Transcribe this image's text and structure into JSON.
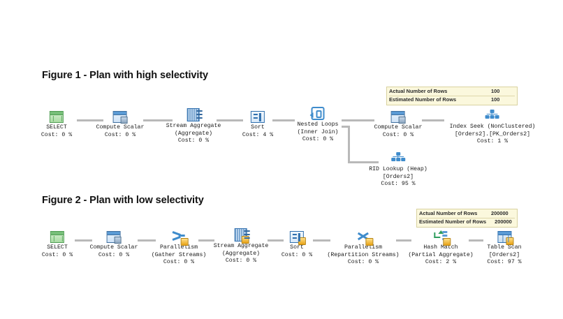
{
  "figures": [
    {
      "id": "figure-1",
      "title": "Figure 1 - Plan with high selectivity",
      "rows_box": {
        "actual_label": "Actual Number of Rows",
        "actual_value": "100",
        "estimated_label": "Estimated Number of Rows",
        "estimated_value": "100"
      },
      "nodes": [
        {
          "icon": "select-icon",
          "lines": [
            "SELECT",
            "Cost: 0 %"
          ]
        },
        {
          "icon": "compute-scalar-icon",
          "lines": [
            "Compute Scalar",
            "Cost: 0 %"
          ]
        },
        {
          "icon": "stream-aggregate-icon",
          "lines": [
            "Stream Aggregate",
            "(Aggregate)",
            "Cost: 0 %"
          ]
        },
        {
          "icon": "sort-icon",
          "lines": [
            "Sort",
            "Cost: 4 %"
          ]
        },
        {
          "icon": "nested-loops-icon",
          "lines": [
            "Nested Loops",
            "(Inner Join)",
            "Cost: 0 %"
          ]
        },
        {
          "icon": "compute-scalar-icon",
          "lines": [
            "Compute Scalar",
            "Cost: 0 %"
          ]
        },
        {
          "icon": "index-seek-icon",
          "lines": [
            "Index Seek (NonClustered)",
            "[Orders2].[PK_Orders2]",
            "Cost: 1 %"
          ]
        },
        {
          "icon": "rid-lookup-icon",
          "lines": [
            "RID Lookup (Heap)",
            "[Orders2]",
            "Cost: 95 %"
          ]
        }
      ]
    },
    {
      "id": "figure-2",
      "title": "Figure 2 - Plan with low selectivity",
      "rows_box": {
        "actual_label": "Actual Number of Rows",
        "actual_value": "200000",
        "estimated_label": "Estimated Number of Rows",
        "estimated_value": "200000"
      },
      "nodes": [
        {
          "icon": "select-icon",
          "lines": [
            "SELECT",
            "Cost: 0 %"
          ]
        },
        {
          "icon": "compute-scalar-icon",
          "lines": [
            "Compute Scalar",
            "Cost: 0 %"
          ]
        },
        {
          "icon": "parallelism-gather-icon",
          "lines": [
            "Parallelism",
            "(Gather Streams)",
            "Cost: 0 %"
          ]
        },
        {
          "icon": "stream-aggregate-icon",
          "lines": [
            "Stream Aggregate",
            "(Aggregate)",
            "Cost: 0 %"
          ]
        },
        {
          "icon": "sort-icon",
          "lines": [
            "Sort",
            "Cost: 0 %"
          ]
        },
        {
          "icon": "parallelism-repartition-icon",
          "lines": [
            "Parallelism",
            "(Repartition Streams)",
            "Cost: 0 %"
          ]
        },
        {
          "icon": "hash-match-icon",
          "lines": [
            "Hash Match",
            "(Partial Aggregate)",
            "Cost: 2 %"
          ]
        },
        {
          "icon": "table-scan-icon",
          "lines": [
            "Table Scan",
            "[Orders2]",
            "Cost: 97 %"
          ]
        }
      ]
    }
  ],
  "colors": {
    "background": "#ffffff",
    "title_text": "#111111",
    "node_text": "#1a1a1a",
    "connector": "#b9b9b9",
    "tooltip_background": "#fbf8dd",
    "tooltip_border": "#d9d2a0",
    "icon_blue": "#3f8ccc",
    "icon_green": "#4e9c52",
    "parallel_badge": "#e8a317"
  }
}
